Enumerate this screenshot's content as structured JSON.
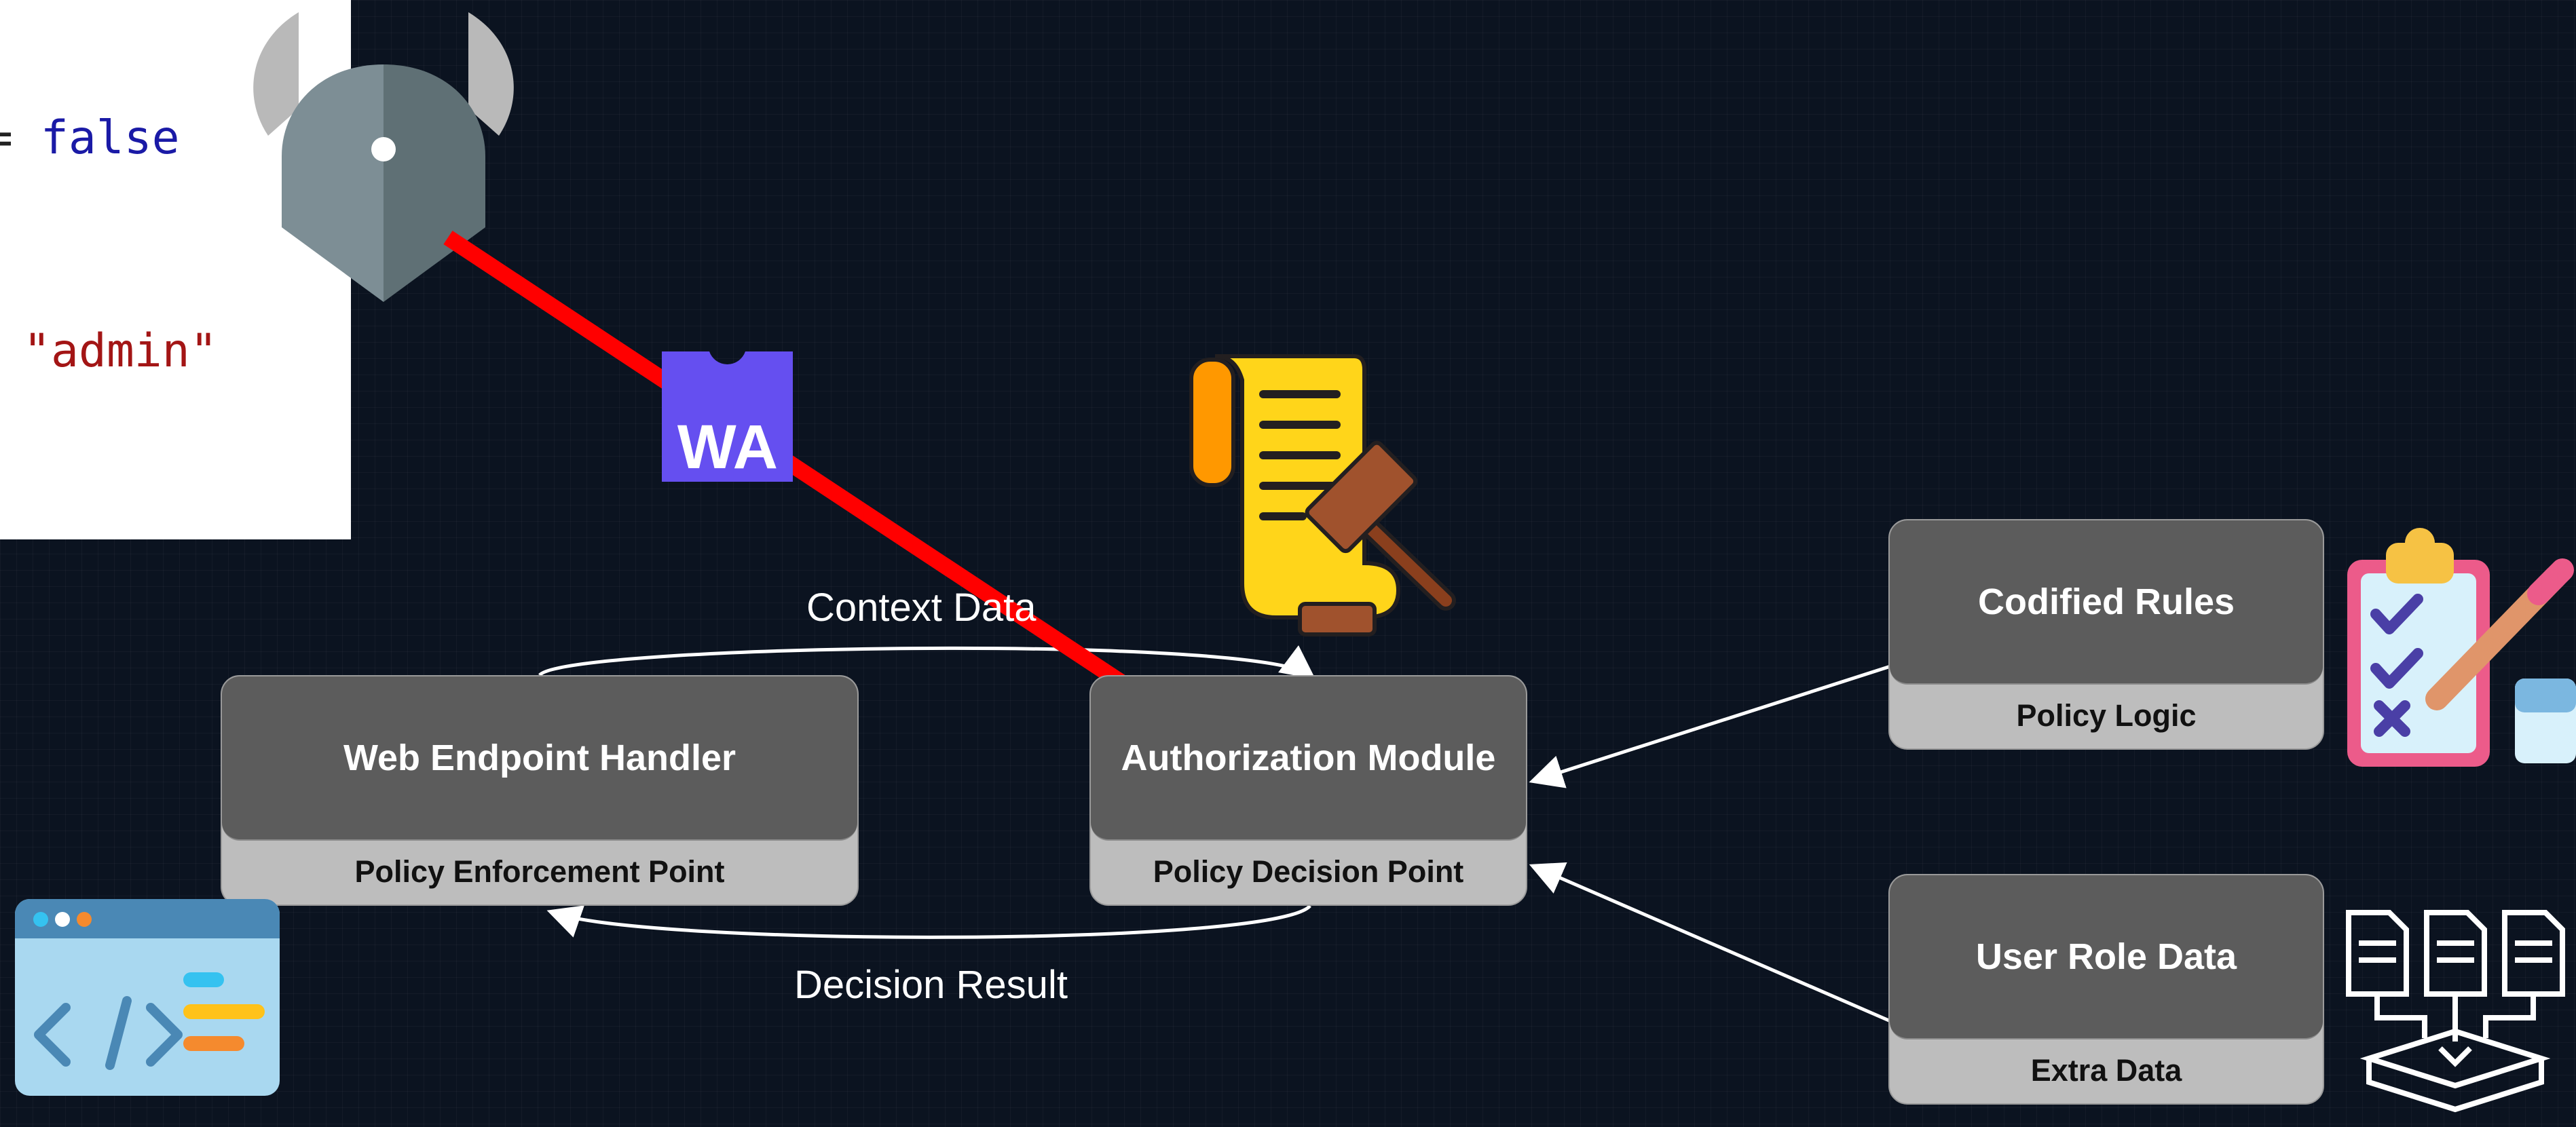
{
  "code": {
    "line1_prefix": "= ",
    "line1_value": "false",
    "line2": "\"admin\""
  },
  "nodes": {
    "pep": {
      "title": "Web Endpoint Handler",
      "subtitle": "Policy Enforcement Point"
    },
    "pdp": {
      "title": "Authorization Module",
      "subtitle": "Policy Decision Point"
    },
    "rules": {
      "title": "Codified Rules",
      "subtitle": "Policy Logic"
    },
    "roles": {
      "title": "User Role Data",
      "subtitle": "Extra Data"
    }
  },
  "edges": {
    "context": "Context Data",
    "decision": "Decision Result"
  },
  "badge": {
    "text": "WA"
  },
  "colors": {
    "background": "#0b1320",
    "box_top": "#5c5c5c",
    "box_bottom": "#bdbdbd",
    "highlight_arrow": "#ff0000",
    "badge": "#654ff0"
  },
  "icons": [
    "opa-viking-helmet-icon",
    "webassembly-logo-icon",
    "policy-scroll-gavel-icon",
    "checklist-clipboard-icon",
    "documents-to-database-icon",
    "code-window-icon"
  ]
}
